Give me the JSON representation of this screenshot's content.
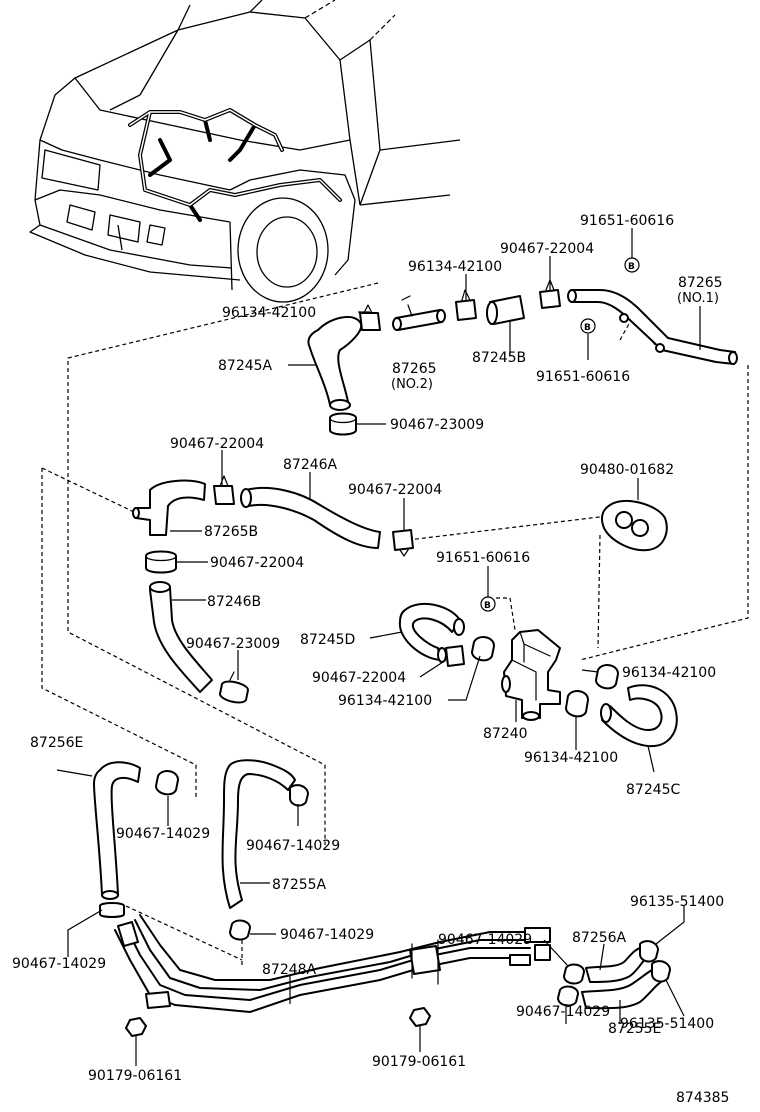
{
  "diagram_number": "874385",
  "parts": {
    "p96134_42100_a": "96134-42100",
    "p96134_42100_b": "96134-42100",
    "p90467_22004_a": "90467-22004",
    "p91651_60616_a": "91651-60616",
    "p87265_no1": "87265",
    "p87265_no1_sub": "(NO.1)",
    "p87245A": "87245A",
    "p87265_no2": "87265",
    "p87265_no2_sub": "(NO.2)",
    "p87245B": "87245B",
    "p91651_60616_b": "91651-60616",
    "p90467_23009_a": "90467-23009",
    "p90467_22004_b": "90467-22004",
    "p87246A": "87246A",
    "p90467_22004_c": "90467-22004",
    "p90480_01682": "90480-01682",
    "p87265B": "87265B",
    "p90467_22004_d": "90467-22004",
    "p91651_60616_c": "91651-60616",
    "p87246B": "87246B",
    "p87245D": "87245D",
    "p90467_23009_b": "90467-23009",
    "p96134_42100_c": "96134-42100",
    "p90467_22004_e": "90467-22004",
    "p96134_42100_d": "96134-42100",
    "p87240": "87240",
    "p96134_42100_e": "96134-42100",
    "p87245C": "87245C",
    "p87256E": "87256E",
    "p90467_14029_a": "90467-14029",
    "p90467_14029_b": "90467-14029",
    "p87255A": "87255A",
    "p96135_51400_a": "96135-51400",
    "p90467_14029_c": "90467-14029",
    "p87256A": "87256A",
    "p90467_14029_d": "90467-14029",
    "p87248A": "87248A",
    "p90467_14029_e": "90467-14029",
    "p96135_51400_b": "96135-51400",
    "p87255E": "87255E",
    "p90179_06161_a": "90179-06161",
    "p90179_06161_b": "90179-06161"
  },
  "circle_marks": {
    "b1": "B",
    "b2": "B",
    "b3": "B"
  }
}
